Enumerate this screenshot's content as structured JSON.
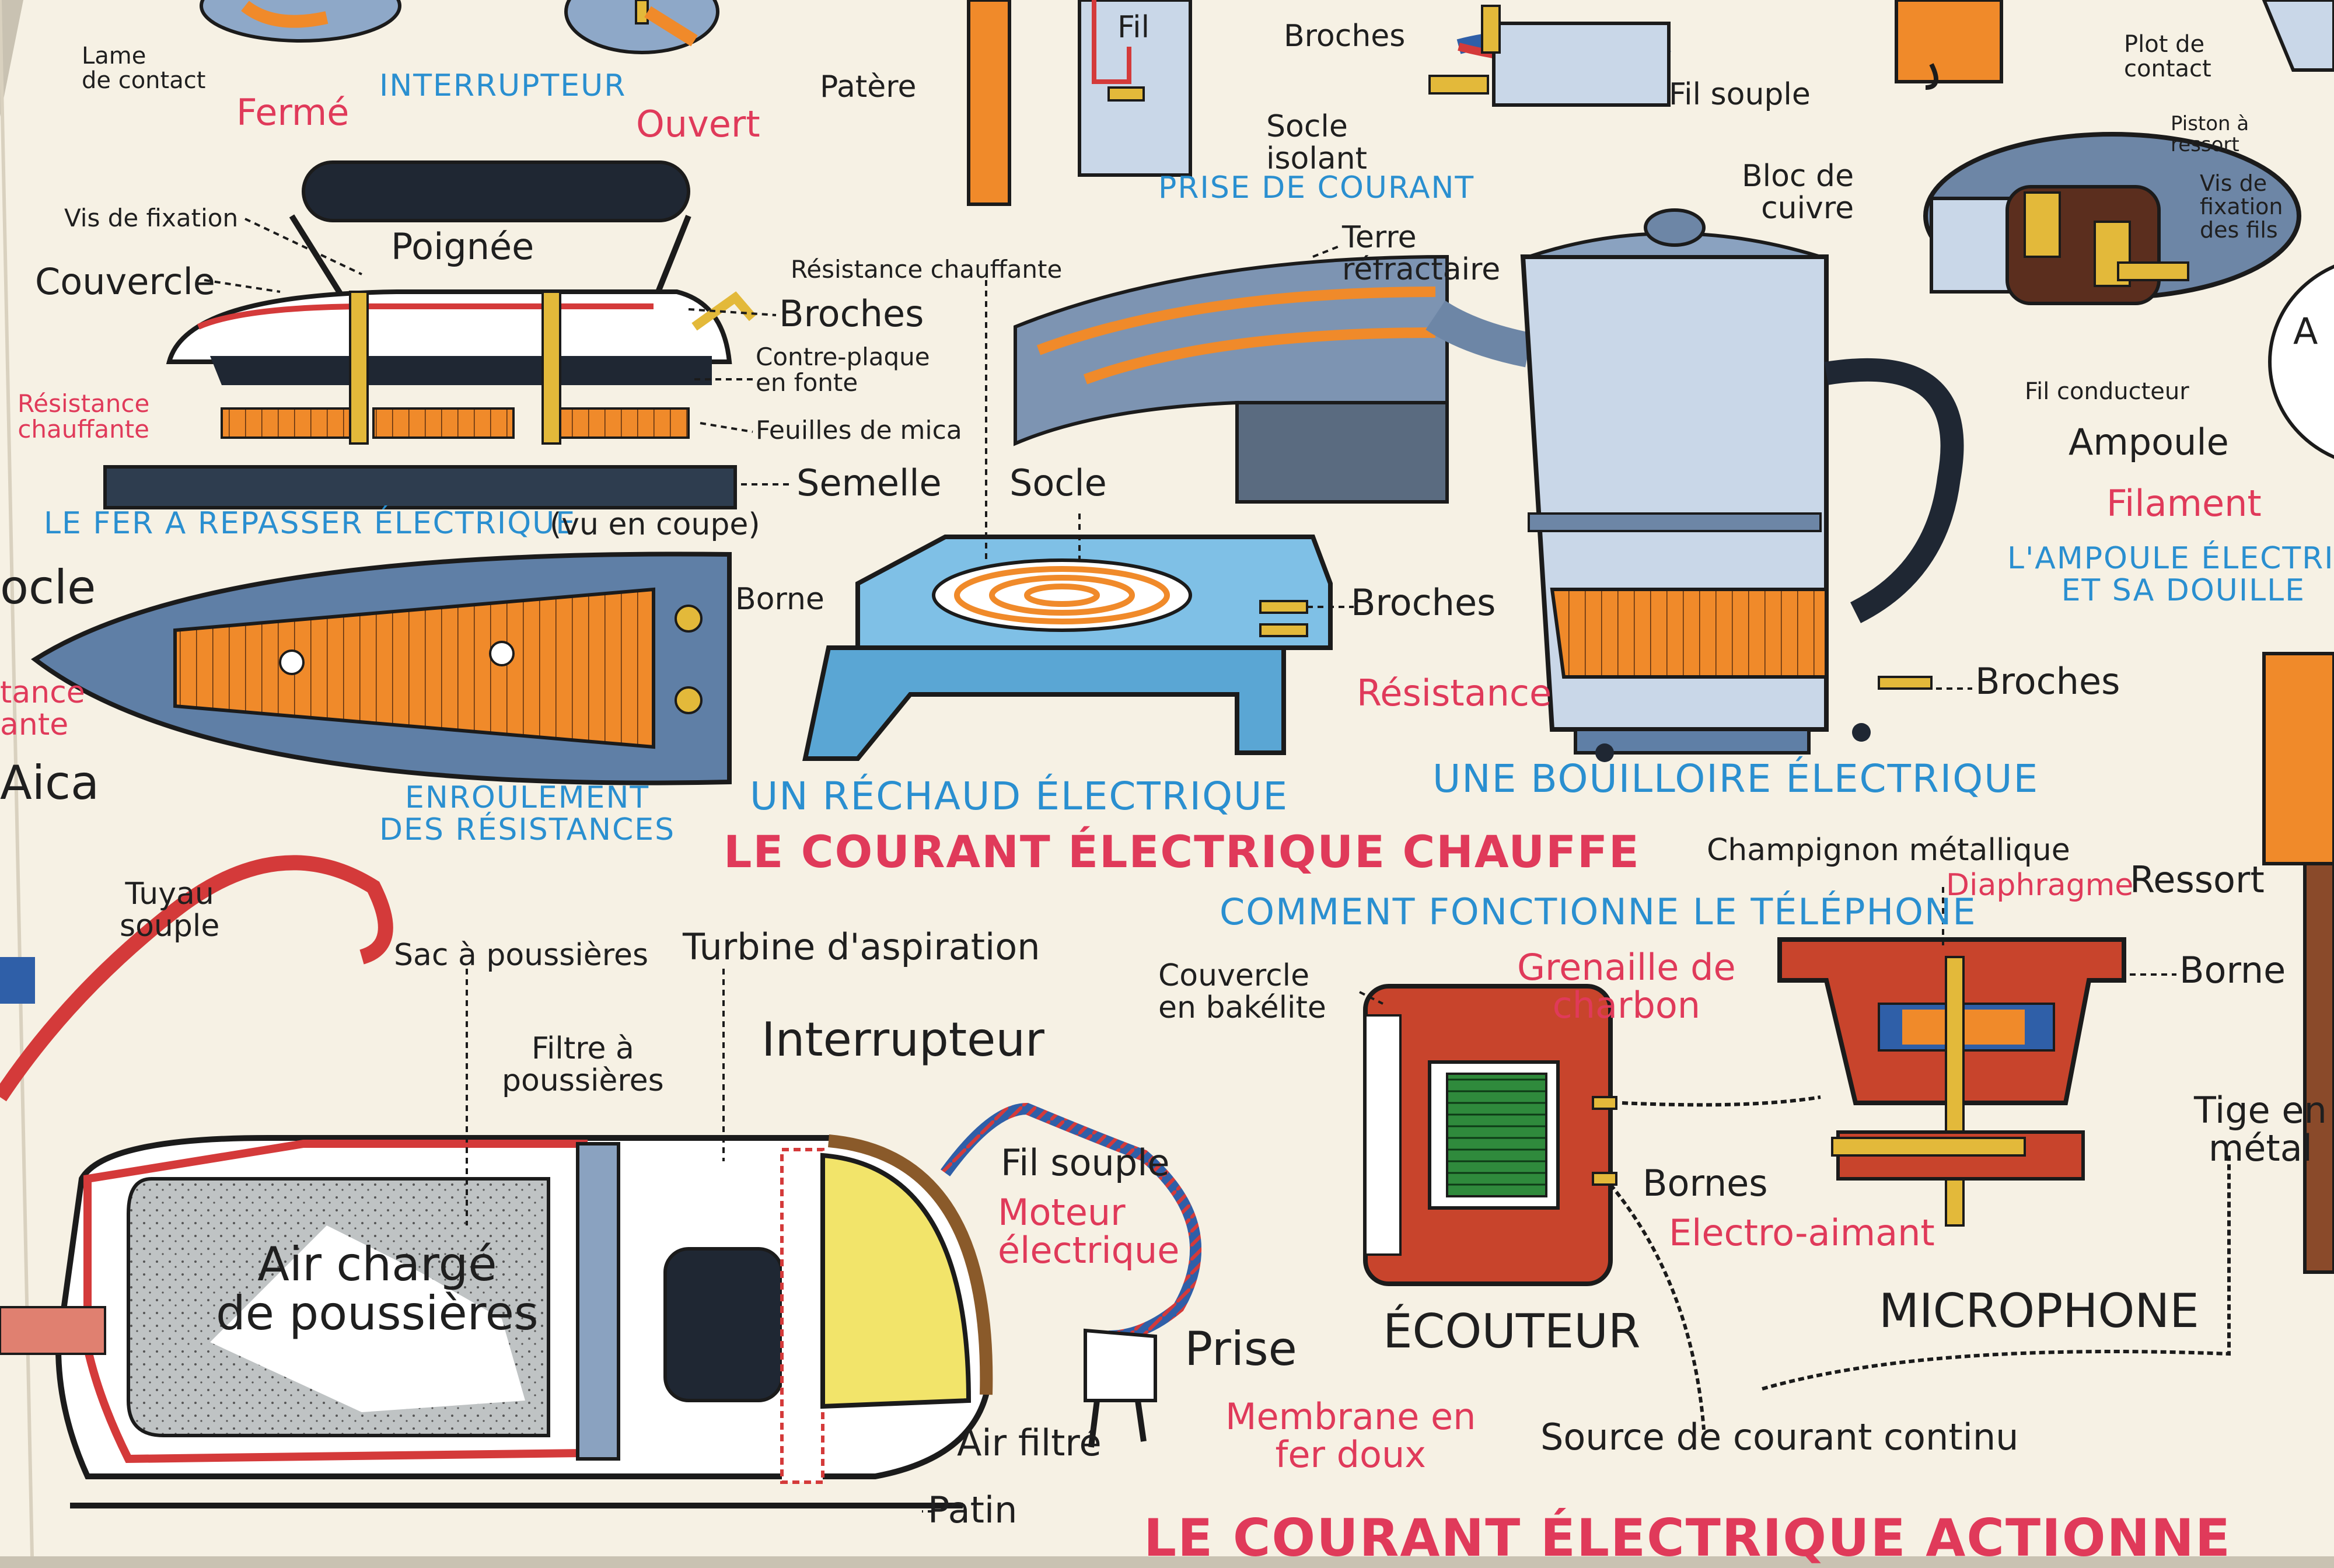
{
  "switch": {
    "lame": "Lame\nde contact",
    "ferme": "Fermé",
    "interrupteur": "INTERRUPTEUR",
    "ouvert": "Ouvert"
  },
  "socket": {
    "patere": "Patère",
    "fil": "Fil",
    "broches": "Broches",
    "fil_souple": "Fil souple",
    "socle_isolant": "Socle\nisolant",
    "title": "PRISE DE COURANT"
  },
  "lampholder": {
    "plot": "Plot de\ncontact",
    "piston": "Piston à\nressort",
    "bloc": "Bloc de\ncuivre",
    "vis": "Vis de\nfixation\ndes fils"
  },
  "bulb": {
    "fil_conducteur": "Fil conducteur",
    "a": "A",
    "ampoule": "Ampoule",
    "filament": "Filament",
    "title": "L'AMPOULE ÉLECTRIQ\nET SA DOUILLE"
  },
  "iron": {
    "vis": "Vis de fixation",
    "poignee": "Poignée",
    "couvercle": "Couvercle",
    "broches": "Broches",
    "contre_plaque": "Contre-plaque\nen fonte",
    "resistance": "Résistance\nchauffante",
    "mica": "Feuilles de mica",
    "semelle": "Semelle",
    "title": "LE FER A REPASSER ÉLECTRIQUE",
    "title_note": "(vu en coupe)"
  },
  "coil": {
    "socle": "ocle",
    "borne": "Borne",
    "resistance": "tance\nante",
    "mica": "Aica",
    "title": "ENROULEMENT\nDES RÉSISTANCES"
  },
  "stove": {
    "resistance": "Résistance chauffante",
    "terre": "Terre\nréfractaire",
    "socle": "Socle",
    "broches": "Broches",
    "title": "UN RÉCHAUD ÉLECTRIQUE"
  },
  "kettle": {
    "resistance": "Résistance",
    "broches": "Broches",
    "title": "UNE BOUILLOIRE ÉLECTRIQUE"
  },
  "section_heat": "LE COURANT ÉLECTRIQUE CHAUFFE",
  "phone": {
    "title": "COMMENT FONCTIONNE LE TÉLÉPHONE",
    "champignon": "Champignon métallique",
    "diaphragme": "Diaphragme",
    "ressort": "Ressort",
    "couvercle": "Couvercle\nen bakélite",
    "grenaille": "Grenaille de\ncharbon",
    "borne": "Borne",
    "tige": "Tige en\nmétal",
    "bornes": "Bornes",
    "electro": "Electro-aimant",
    "ecouteur": "ÉCOUTEUR",
    "microphone": "MICROPHONE",
    "membrane": "Membrane en\nfer doux",
    "source": "Source de courant continu"
  },
  "vacuum": {
    "tuyau": "Tuyau\nsouple",
    "sac": "Sac à poussières",
    "turbine": "Turbine d'aspiration",
    "filtre": "Filtre à\npoussières",
    "interrupteur": "Interrupteur",
    "fil_souple": "Fil souple",
    "moteur": "Moteur\nélectrique",
    "air_charge": "Air chargé\nde poussières",
    "prise": "Prise",
    "air_filtre": "Air filtré",
    "patin": "Patin"
  },
  "section_action": "LE COURANT ÉLECTRIQUE ACTIONNE",
  "colors": {
    "paper": "#f6f1e4",
    "blue": "#2a8fd0",
    "red": "#e03a5a",
    "orange": "#f08a2a",
    "steel": "#5f7fa6",
    "yellow": "#f2e46a",
    "green": "#2f8a3c",
    "brick": "#c8442c"
  }
}
